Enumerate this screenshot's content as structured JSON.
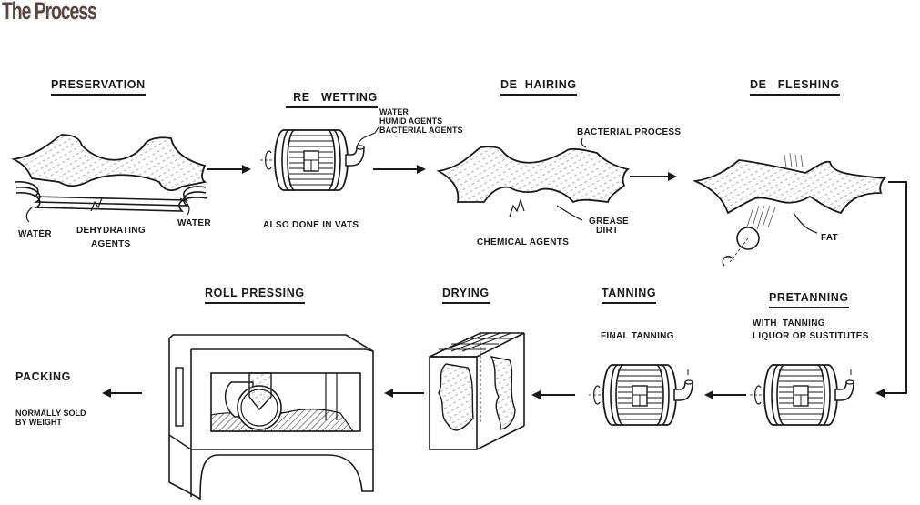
{
  "title": "The Process",
  "stages": [
    {
      "id": "preservation",
      "title": "PRESERVATION",
      "labels": [
        "WATER",
        "DEHYDRATING",
        "AGENTS",
        "WATER"
      ]
    },
    {
      "id": "re-wetting",
      "title": "RE   WETTING",
      "labels": [
        "WATER",
        "HUMID AGENTS",
        "BACTERIAL AGENTS",
        "ALSO DONE IN VATS"
      ]
    },
    {
      "id": "de-hairing",
      "title": "DE  HAIRING",
      "labels": [
        "BACTERIAL PROCESS",
        "GREASE",
        "DIRT",
        "CHEMICAL AGENTS"
      ]
    },
    {
      "id": "de-fleshing",
      "title": "DE   FLESHING",
      "labels": [
        "FAT"
      ]
    },
    {
      "id": "pretanning",
      "title": "PRETANNING",
      "labels": [
        "WITH  TANNING",
        "LIQUOR OR SUSTITUTES"
      ]
    },
    {
      "id": "tanning",
      "title": "TANNING",
      "labels": [
        "FINAL TANNING"
      ]
    },
    {
      "id": "drying",
      "title": "DRYING",
      "labels": []
    },
    {
      "id": "roll-pressing",
      "title": "ROLL PRESSING",
      "labels": []
    },
    {
      "id": "packing",
      "title": "PACKING",
      "labels": [
        "NORMALLY SOLD",
        "BY WEIGHT"
      ]
    }
  ],
  "flow": [
    "PRESERVATION",
    "RE WETTING",
    "DE HAIRING",
    "DE FLESHING",
    "PRETANNING",
    "TANNING",
    "DRYING",
    "ROLL PRESSING",
    "PACKING"
  ],
  "colors": {
    "title": "#5a4440",
    "ink": "#1a1a1a",
    "background": "#ffffff"
  }
}
